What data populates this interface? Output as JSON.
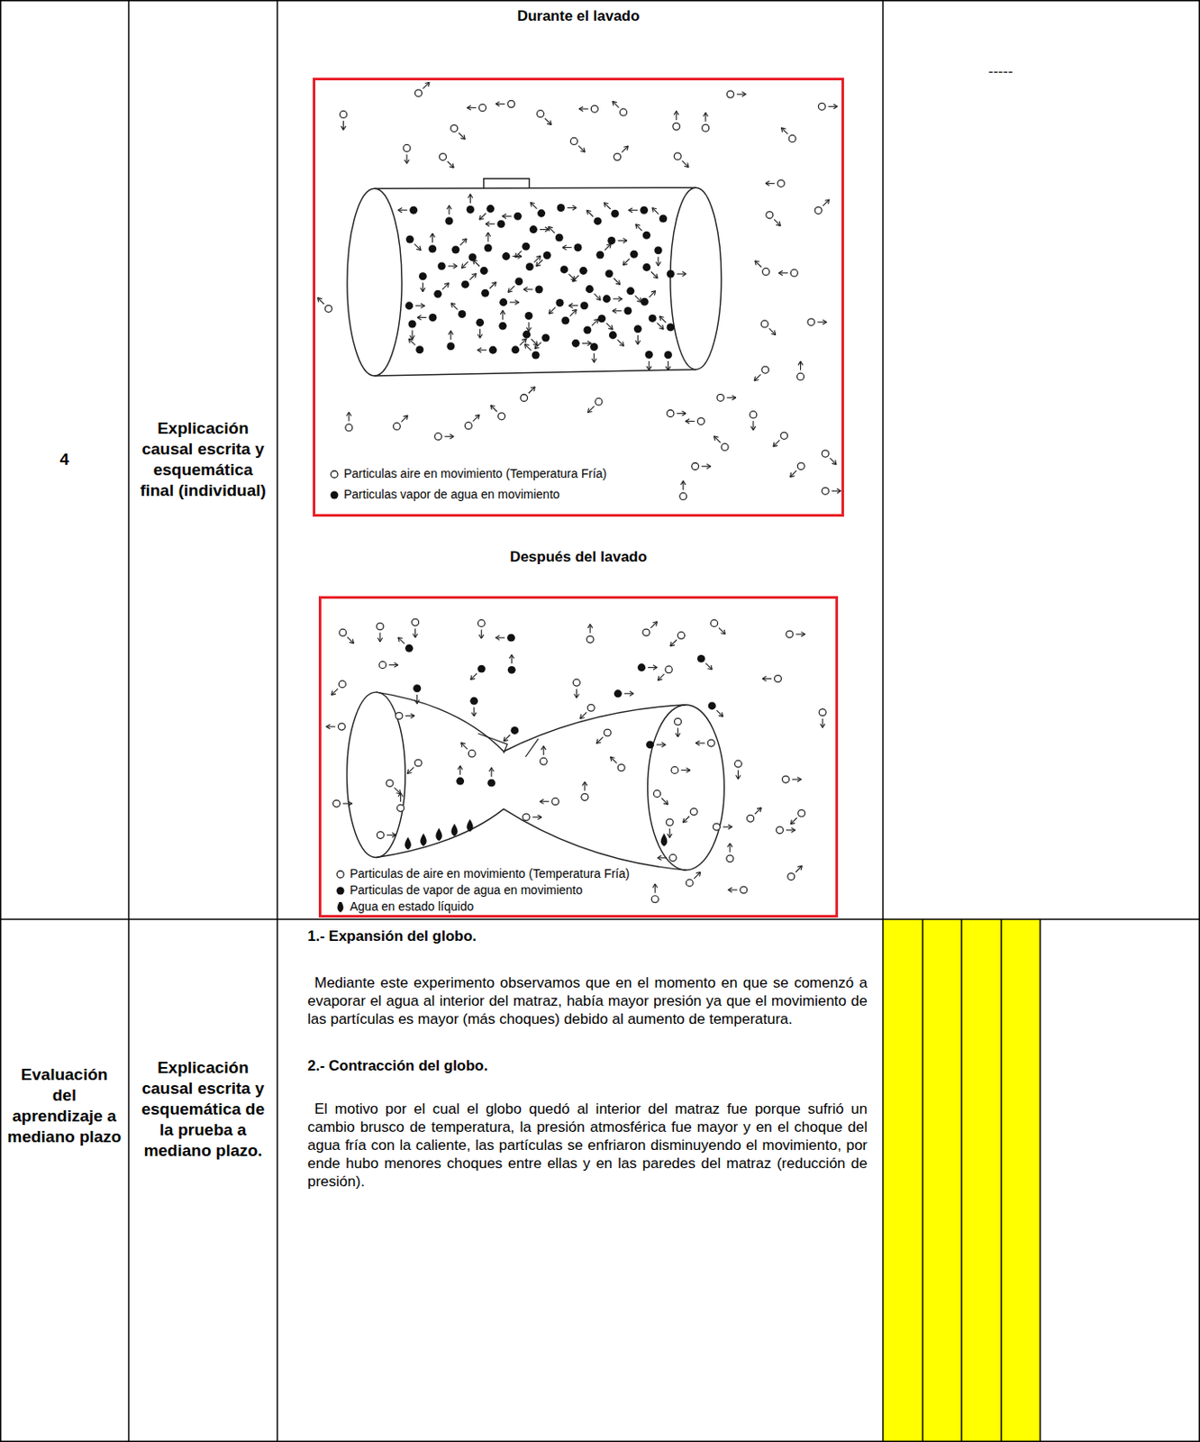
{
  "diagram": {
    "nodes": [
      {
        "text": [
          "4"
        ]
      },
      {
        "text": [
          "Explicación causal escrita y esquemática final (individual)"
        ]
      },
      {
        "text": [
          "Durante el lavado"
        ]
      },
      {
        "text": [
          "Después del lavado"
        ]
      },
      {
        "text": [
          "-----"
        ]
      },
      {
        "text": [
          "Evaluación del aprendizaje a mediano plazo"
        ]
      },
      {
        "text": [
          "Explicación causal escrita y esquemática de la prueba a mediano plazo."
        ]
      },
      {
        "text": [
          "1.- Expansión del globo.",
          "Mediante este experimento observamos que en el momento en que se comenzó a evaporar el agua al interior del matraz, había mayor presión ya que el movimiento de las partículas es mayor (más choques) debido al aumento de temperatura.",
          "2.- Contracción del globo.",
          "El motivo por el cual el globo quedó al interior del matraz fue porque sufrió un cambio brusco de temperatura, la presión atmosférica fue mayor y en el choque del agua fría con la caliente, las partículas se enfriaron disminuyendo el movimiento, por ende hubo menores choques entre ellas y en las paredes del matraz (reducción de presión)."
        ]
      }
    ],
    "legend": [
      {
        "text": "Particulas aire en movimiento (Temperatura Fría)"
      },
      {
        "text": "Particulas vapor de agua en movimiento"
      },
      {
        "text": "Particulas de aire en movimiento (Temperatura Fría)"
      },
      {
        "text": "Particulas de vapor de agua en movimiento"
      },
      {
        "text": "Agua en estado líquido"
      }
    ]
  }
}
